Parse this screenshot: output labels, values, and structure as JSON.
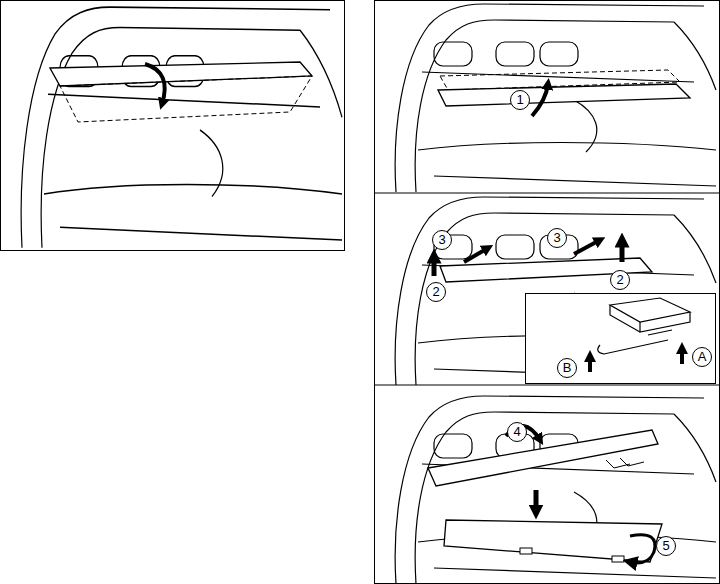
{
  "diagram": {
    "labels": [
      "1",
      "3",
      "3",
      "2",
      "2",
      "B",
      "A",
      "4",
      "5"
    ]
  }
}
